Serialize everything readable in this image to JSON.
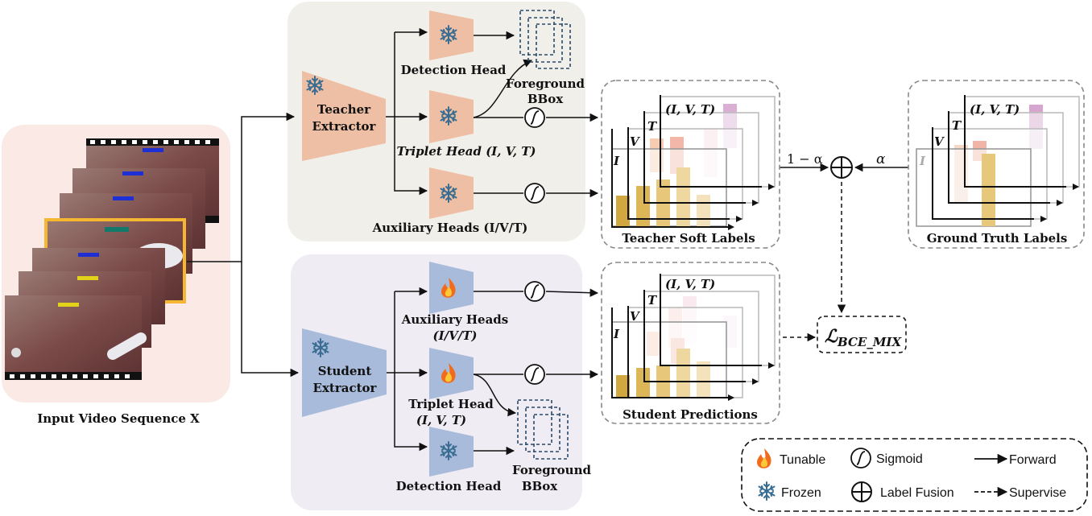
{
  "input": {
    "caption": "Input Video Sequence X"
  },
  "teacher": {
    "extractor_line1": "Teacher",
    "extractor_line2": "Extractor",
    "detection_head": "Detection Head",
    "foreground_line1": "Foreground",
    "foreground_line2": "BBox",
    "triplet_head": "Triplet Head (I, V, T)",
    "auxiliary_heads": "Auxiliary Heads (I/V/T)"
  },
  "student": {
    "extractor_line1": "Student",
    "extractor_line2": "Extractor",
    "auxiliary_line1": "Auxiliary Heads",
    "auxiliary_line2": "(I/V/T)",
    "triplet_line1": "Triplet Head",
    "triplet_line2": "(I, V, T)",
    "detection_head": "Detection Head",
    "foreground_line1": "Foreground",
    "foreground_line2": "BBox"
  },
  "charts": {
    "teacher_soft_labels": "Teacher Soft Labels",
    "ground_truth_labels": "Ground Truth Labels",
    "student_predictions": "Student Predictions",
    "layer_ivt": "(I, V, T)",
    "layer_t": "T",
    "layer_v": "V",
    "layer_i": "I"
  },
  "fusion": {
    "one_minus_alpha": "1 − α",
    "alpha": "α",
    "loss": "BCE_MIX"
  },
  "legend": {
    "tunable": "Tunable",
    "sigmoid": "Sigmoid",
    "forward": "Forward",
    "frozen": "Frozen",
    "label_fusion": "Label Fusion",
    "supervise": "Supervise"
  },
  "colors": {
    "teacher_panel": "#f1efea",
    "student_panel": "#efedf3",
    "input_panel": "#fbe9e6",
    "teacher_block": "#eebfa4",
    "student_block": "#a9bbda",
    "snowflake": "#3a6d92",
    "flame": "#f26a1b",
    "frame_highlight": "#f5b731"
  }
}
